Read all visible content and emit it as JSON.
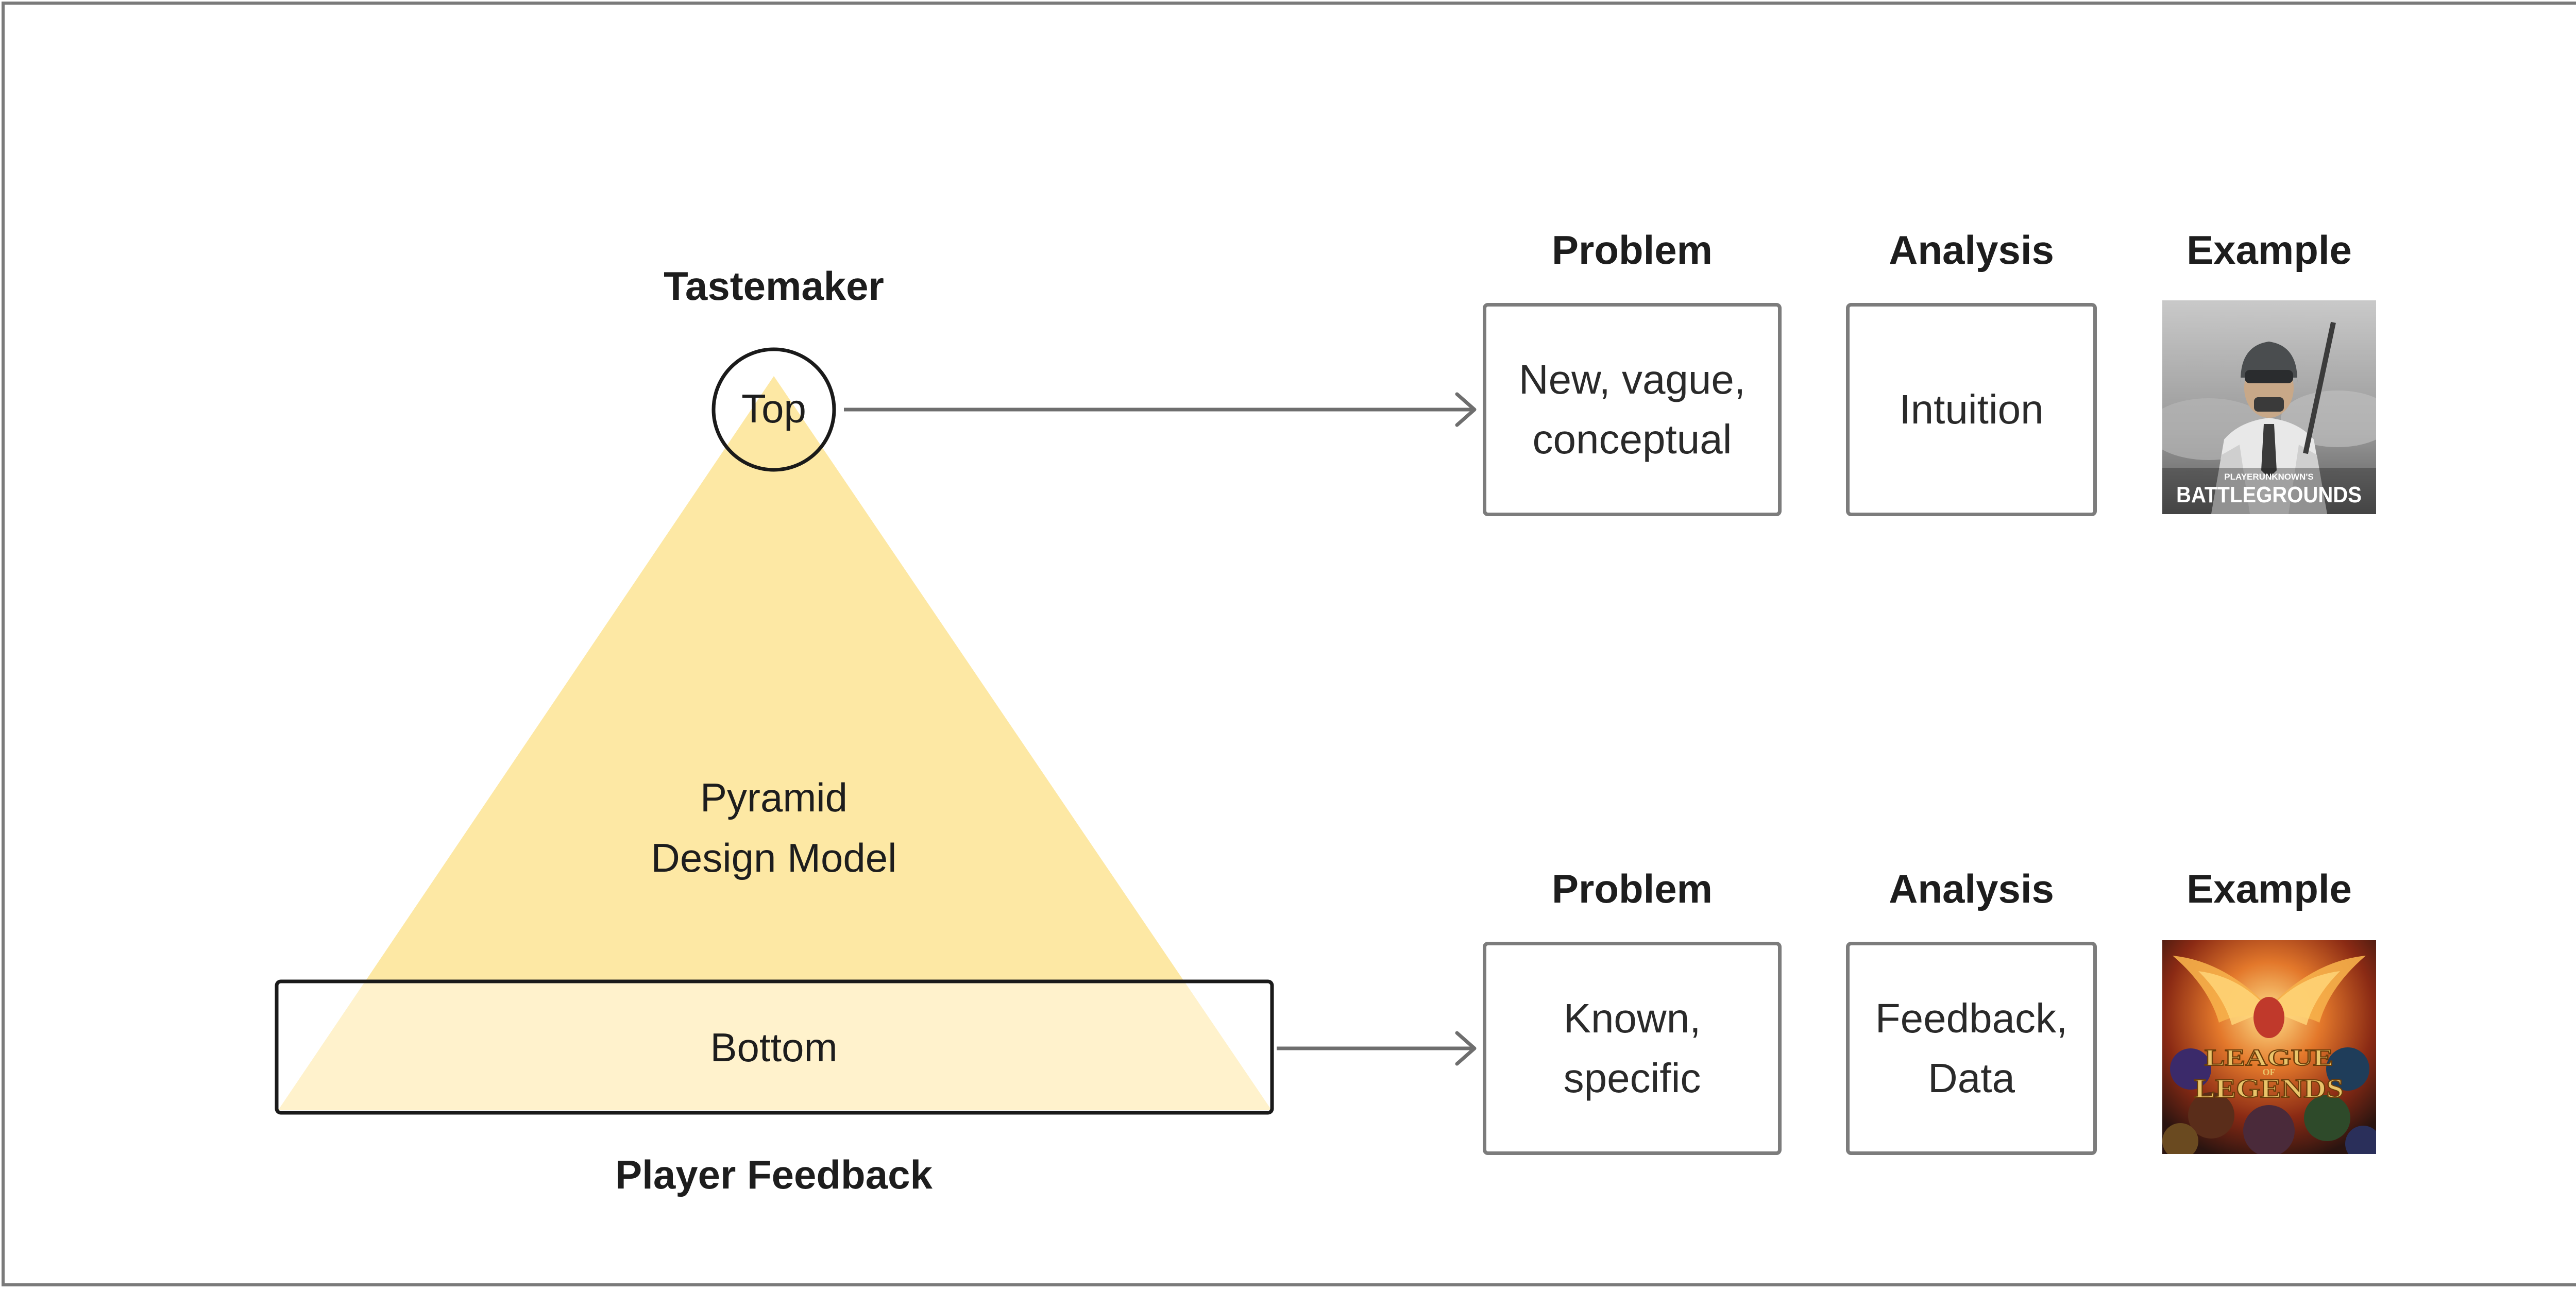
{
  "diagram": {
    "pyramid": {
      "top_heading": "Tastemaker",
      "top_label": "Top",
      "center_label": "Pyramid\nDesign Model",
      "bottom_label": "Bottom",
      "bottom_heading": "Player Feedback",
      "fill_color": "#fde8a4",
      "bottom_fill_color": "#fff2cc"
    },
    "rows": [
      {
        "problem_heading": "Problem",
        "analysis_heading": "Analysis",
        "example_heading": "Example",
        "problem_text": "New, vague,\nconceptual",
        "analysis_text": "Intuition",
        "example_image": "battlegrounds-game-cover",
        "example_caption": "PLAYERUNKNOWN'S BATTLEGROUNDS"
      },
      {
        "problem_heading": "Problem",
        "analysis_heading": "Analysis",
        "example_heading": "Example",
        "problem_text": "Known,\nspecific",
        "analysis_text": "Feedback,\nData",
        "example_image": "league-of-legends-game-cover",
        "example_caption": "LEAGUE OF LEGENDS"
      }
    ],
    "colors": {
      "frame": "#7a7a7a",
      "box_border": "#7c7c7c",
      "arrow": "#6e6e6e",
      "outline": "#1a1a1a"
    }
  }
}
